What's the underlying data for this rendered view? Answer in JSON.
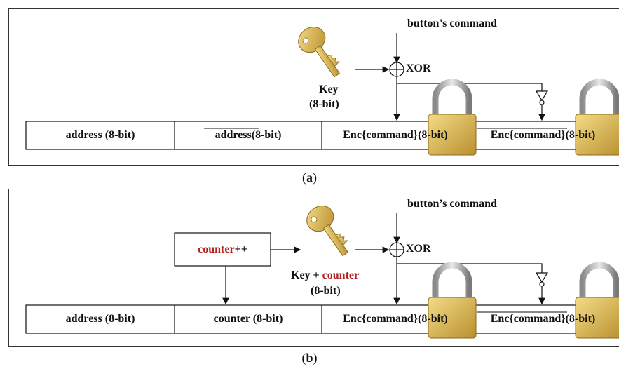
{
  "panel_a": {
    "caption_open": "(",
    "caption_letter": "a",
    "caption_close": ")",
    "top_label": "button’s command",
    "xor_label": "XOR",
    "key_label_line1": "Key",
    "key_label_line2": "(8-bit)",
    "cells": [
      "address (8-bit)",
      "address",
      " (8-bit)",
      "Enc{command} ",
      "(8-bit)",
      "Enc{command}",
      " ",
      "(8-bit)"
    ]
  },
  "panel_b": {
    "caption_open": "(",
    "caption_letter": "b",
    "caption_close": ")",
    "top_label": "button’s command",
    "xor_label": "XOR",
    "counter_box_word": "counter",
    "counter_box_suffix": " ++",
    "key_label_prefix": "Key + ",
    "key_label_counter": "counter",
    "key_label_line2": "(8-bit)",
    "cells": [
      "address (8-bit)",
      "counter (8-bit)",
      "Enc{command} ",
      "(8-bit)",
      "Enc{command}",
      " ",
      "(8-bit)"
    ]
  },
  "colors": {
    "counter_red": "#b22222",
    "lock_gold": "#d9b84a",
    "key_gold": "#c9a24a"
  },
  "icons": [
    "key-icon",
    "padlock-icon",
    "xor-icon",
    "not-gate-icon"
  ]
}
